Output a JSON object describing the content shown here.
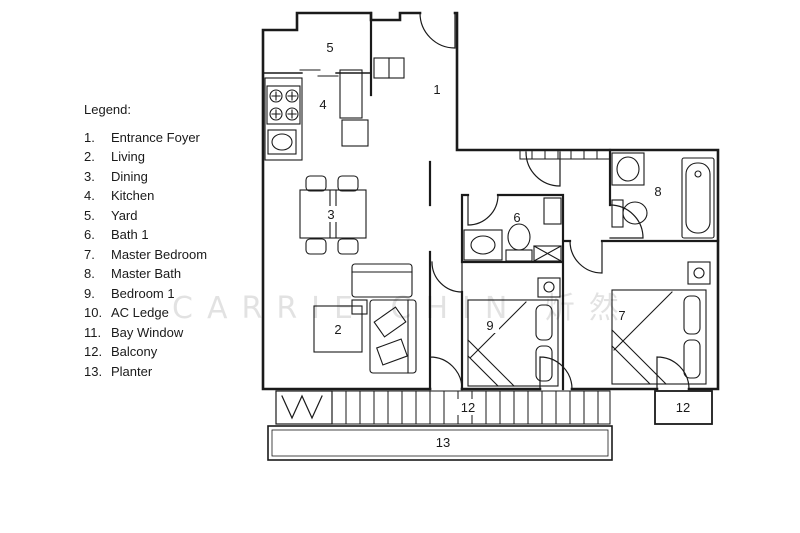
{
  "legend": {
    "title": "Legend:",
    "items": [
      {
        "num": "1.",
        "label": "Entrance Foyer"
      },
      {
        "num": "2.",
        "label": "Living"
      },
      {
        "num": "3.",
        "label": "Dining"
      },
      {
        "num": "4.",
        "label": "Kitchen"
      },
      {
        "num": "5.",
        "label": "Yard"
      },
      {
        "num": "6.",
        "label": "Bath 1"
      },
      {
        "num": "7.",
        "label": "Master Bedroom"
      },
      {
        "num": "8.",
        "label": "Master Bath"
      },
      {
        "num": "9.",
        "label": "Bedroom 1"
      },
      {
        "num": "10.",
        "label": "AC Ledge"
      },
      {
        "num": "11.",
        "label": "Bay Window"
      },
      {
        "num": "12.",
        "label": "Balcony"
      },
      {
        "num": "13.",
        "label": "Planter"
      }
    ]
  },
  "floorplan": {
    "watermark": "CARRIE CHIN 炘然",
    "line_color": "#1a1a1a",
    "rooms": {
      "entrance_foyer": "1",
      "living": "2",
      "dining": "3",
      "kitchen": "4",
      "yard": "5",
      "bath1": "6",
      "master_bedroom": "7",
      "master_bath": "8",
      "bedroom1": "9",
      "balcony_center": "12",
      "balcony_right": "12",
      "planter": "13"
    }
  }
}
